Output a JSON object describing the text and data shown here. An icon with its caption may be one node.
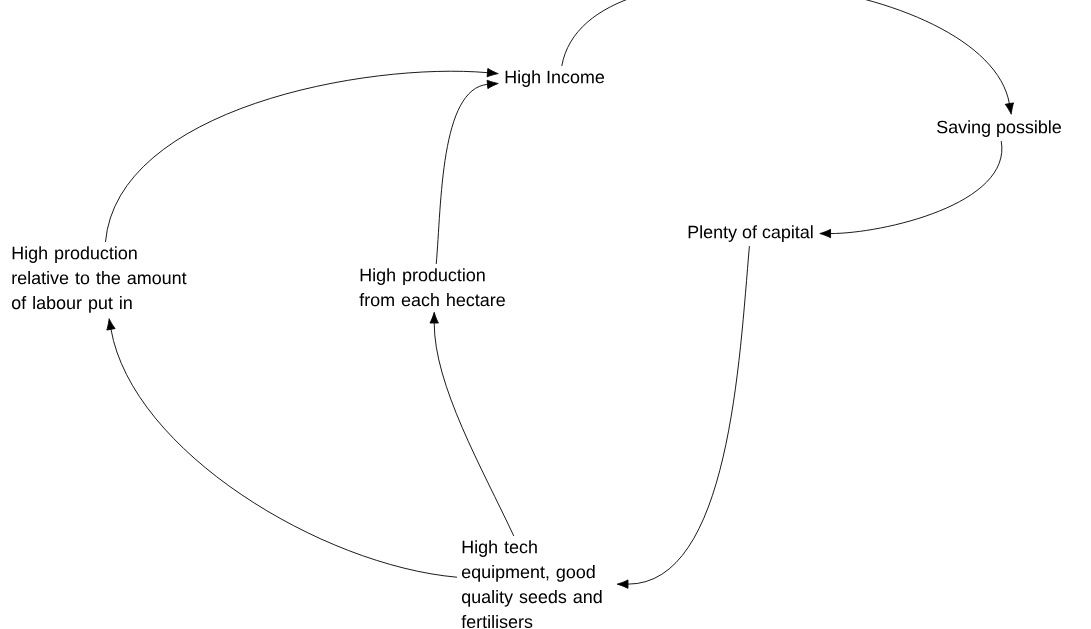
{
  "diagram": {
    "nodes": [
      {
        "text": [
          "High Income"
        ]
      },
      {
        "text": [
          "Saving possible"
        ]
      },
      {
        "text": [
          "Plenty of capital"
        ]
      },
      {
        "text": [
          "High tech equipment, good quality seeds and fertilisers"
        ]
      },
      {
        "text": [
          "High production from each hectare"
        ]
      },
      {
        "text": [
          "High production relative to the amount of labour put in"
        ]
      }
    ],
    "edges": [
      {
        "from": 0,
        "to": 1,
        "arrow": "to"
      },
      {
        "from": 1,
        "to": 2,
        "arrow": "to"
      },
      {
        "from": 2,
        "to": 3,
        "arrow": "to"
      },
      {
        "from": 3,
        "to": 4,
        "arrow": "to"
      },
      {
        "from": 3,
        "to": 5,
        "arrow": "to"
      },
      {
        "from": 4,
        "to": 0,
        "arrow": "to"
      },
      {
        "from": 5,
        "to": 0,
        "arrow": "to"
      }
    ]
  }
}
